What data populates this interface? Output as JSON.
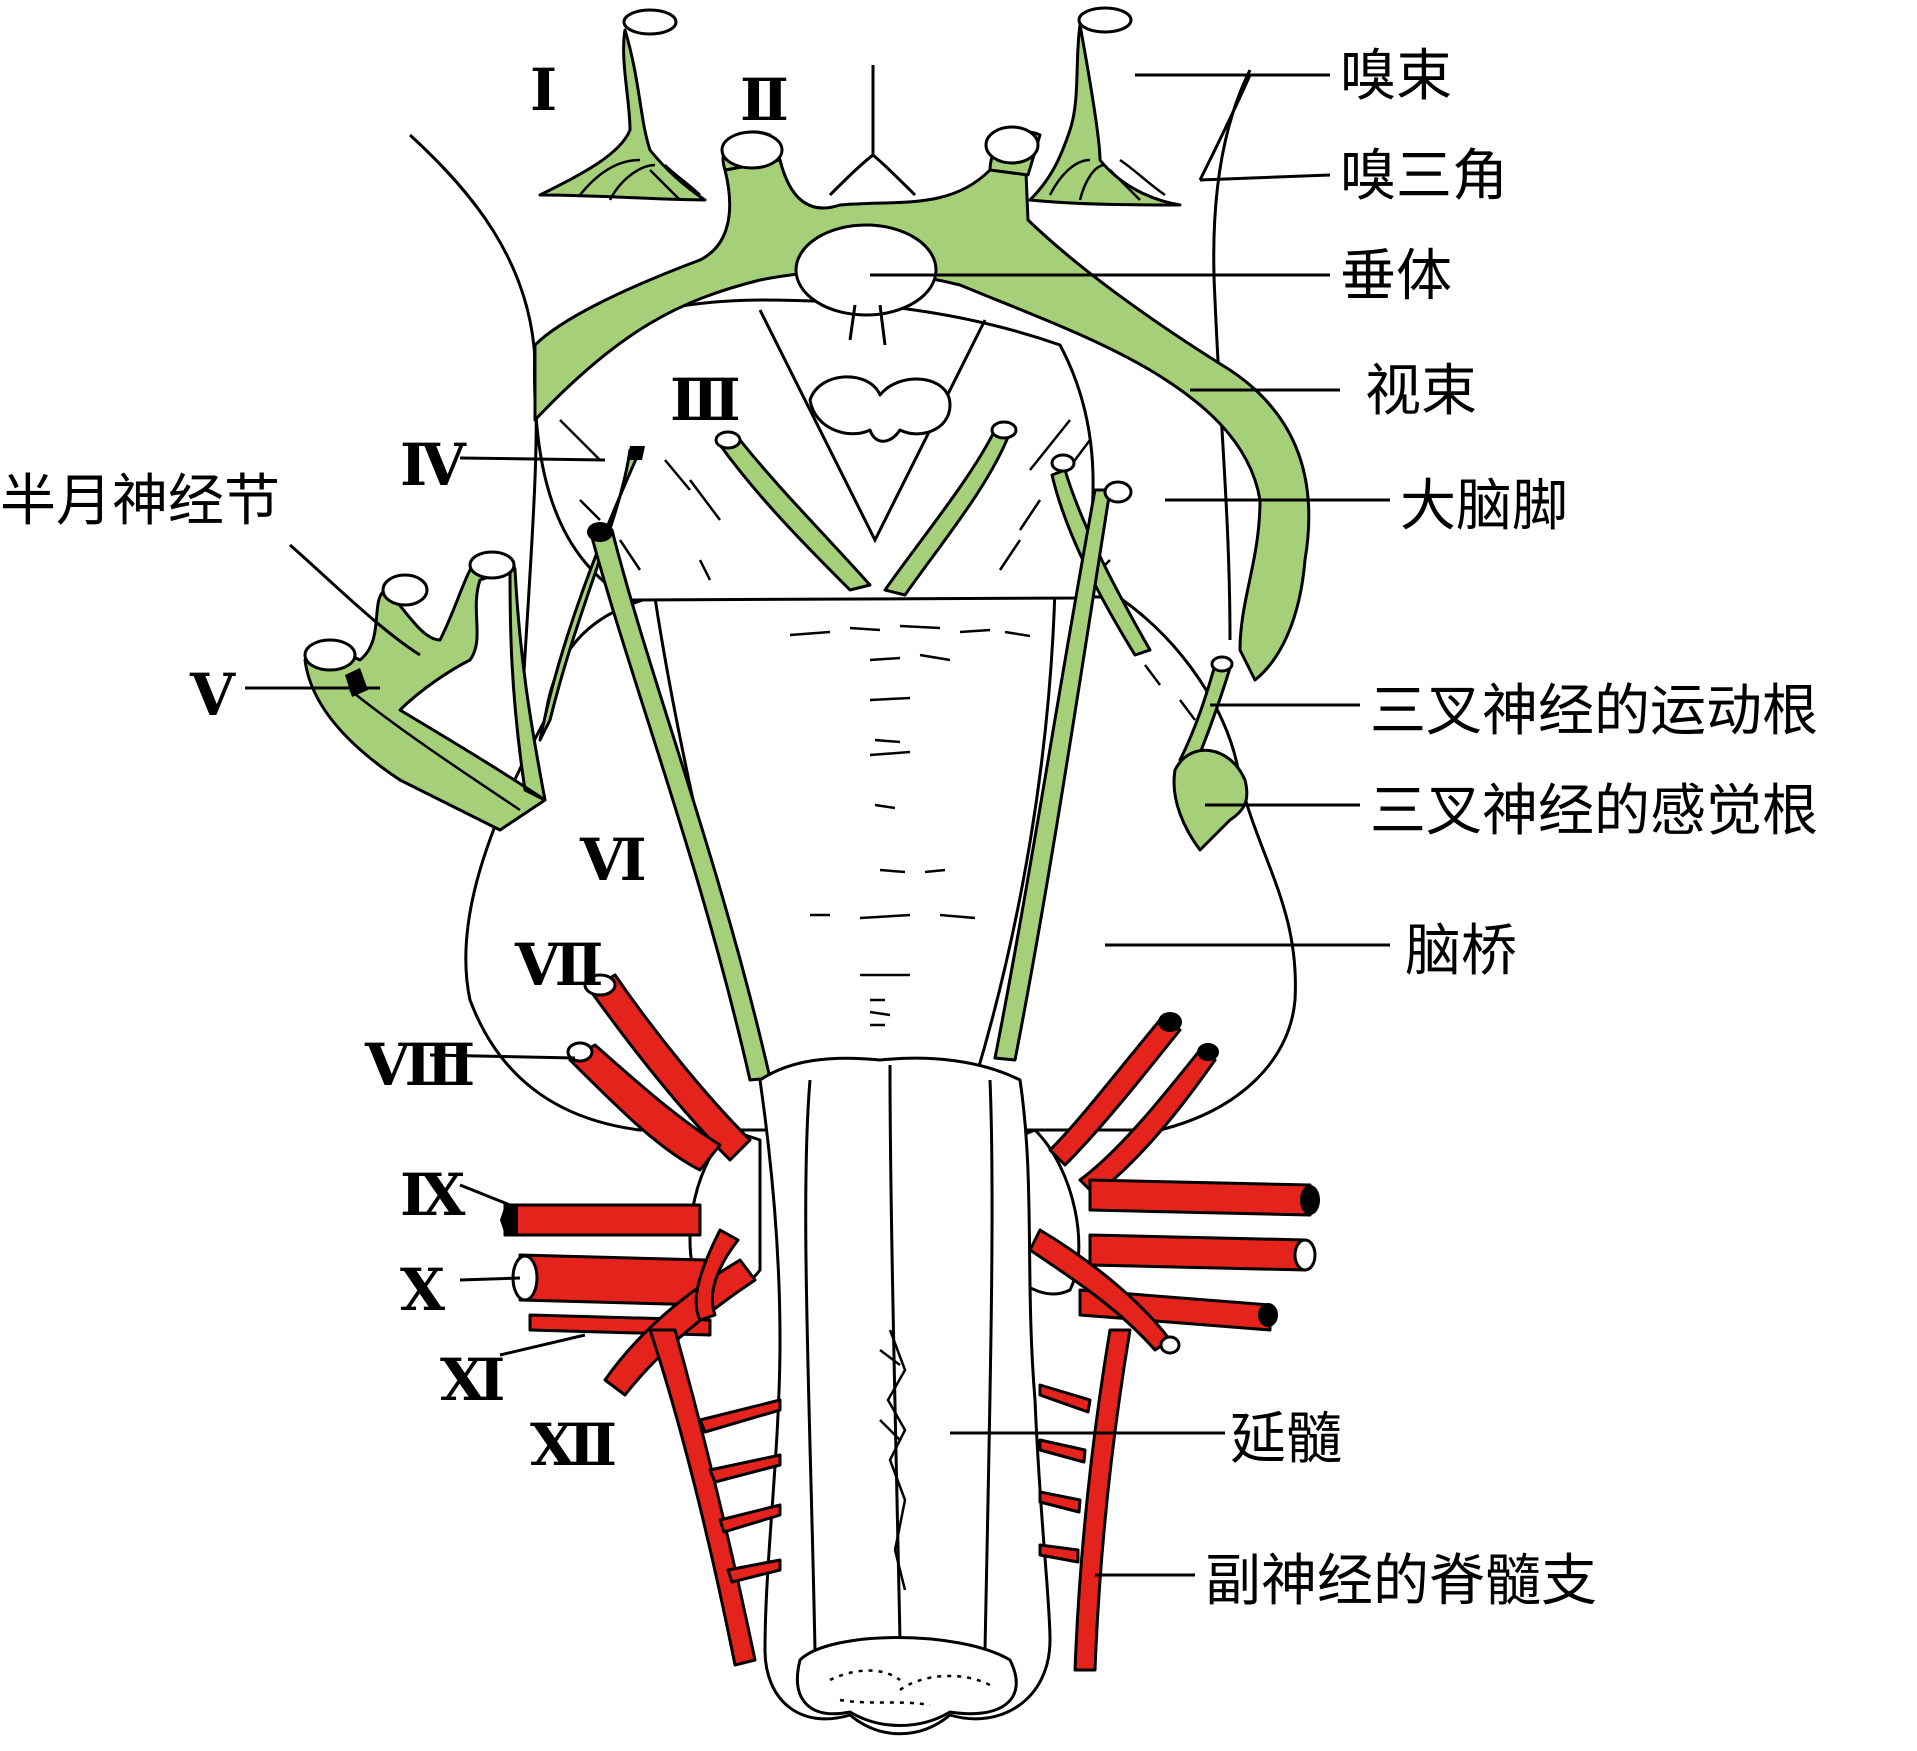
{
  "colors": {
    "cranial_nerve_green": "#a6cf7a",
    "cranial_nerve_red": "#e5231d",
    "outline": "#000000",
    "background": "#ffffff"
  },
  "labels": {
    "olfactory_tract": "嗅束",
    "olfactory_trigone": "嗅三角",
    "hypophysis": "垂体",
    "optic_tract": "视束",
    "cerebral_peduncle": "大脑脚",
    "semilunar_ganglion": "半月神经节",
    "trigeminal_motor_root": "三叉神经的运动根",
    "trigeminal_sensory_root": "三叉神经的感觉根",
    "pons": "脑桥",
    "medulla": "延髓",
    "accessory_spinal_branch": "副神经的脊髓支"
  },
  "nerves": {
    "n1": "Ⅰ",
    "n2": "Ⅱ",
    "n3": "Ⅲ",
    "n4": "Ⅳ",
    "n5": "Ⅴ",
    "n6": "Ⅵ",
    "n7": "Ⅶ",
    "n8": "Ⅷ",
    "n9": "Ⅸ",
    "n10": "Ⅹ",
    "n11": "Ⅺ",
    "n12": "Ⅻ"
  }
}
